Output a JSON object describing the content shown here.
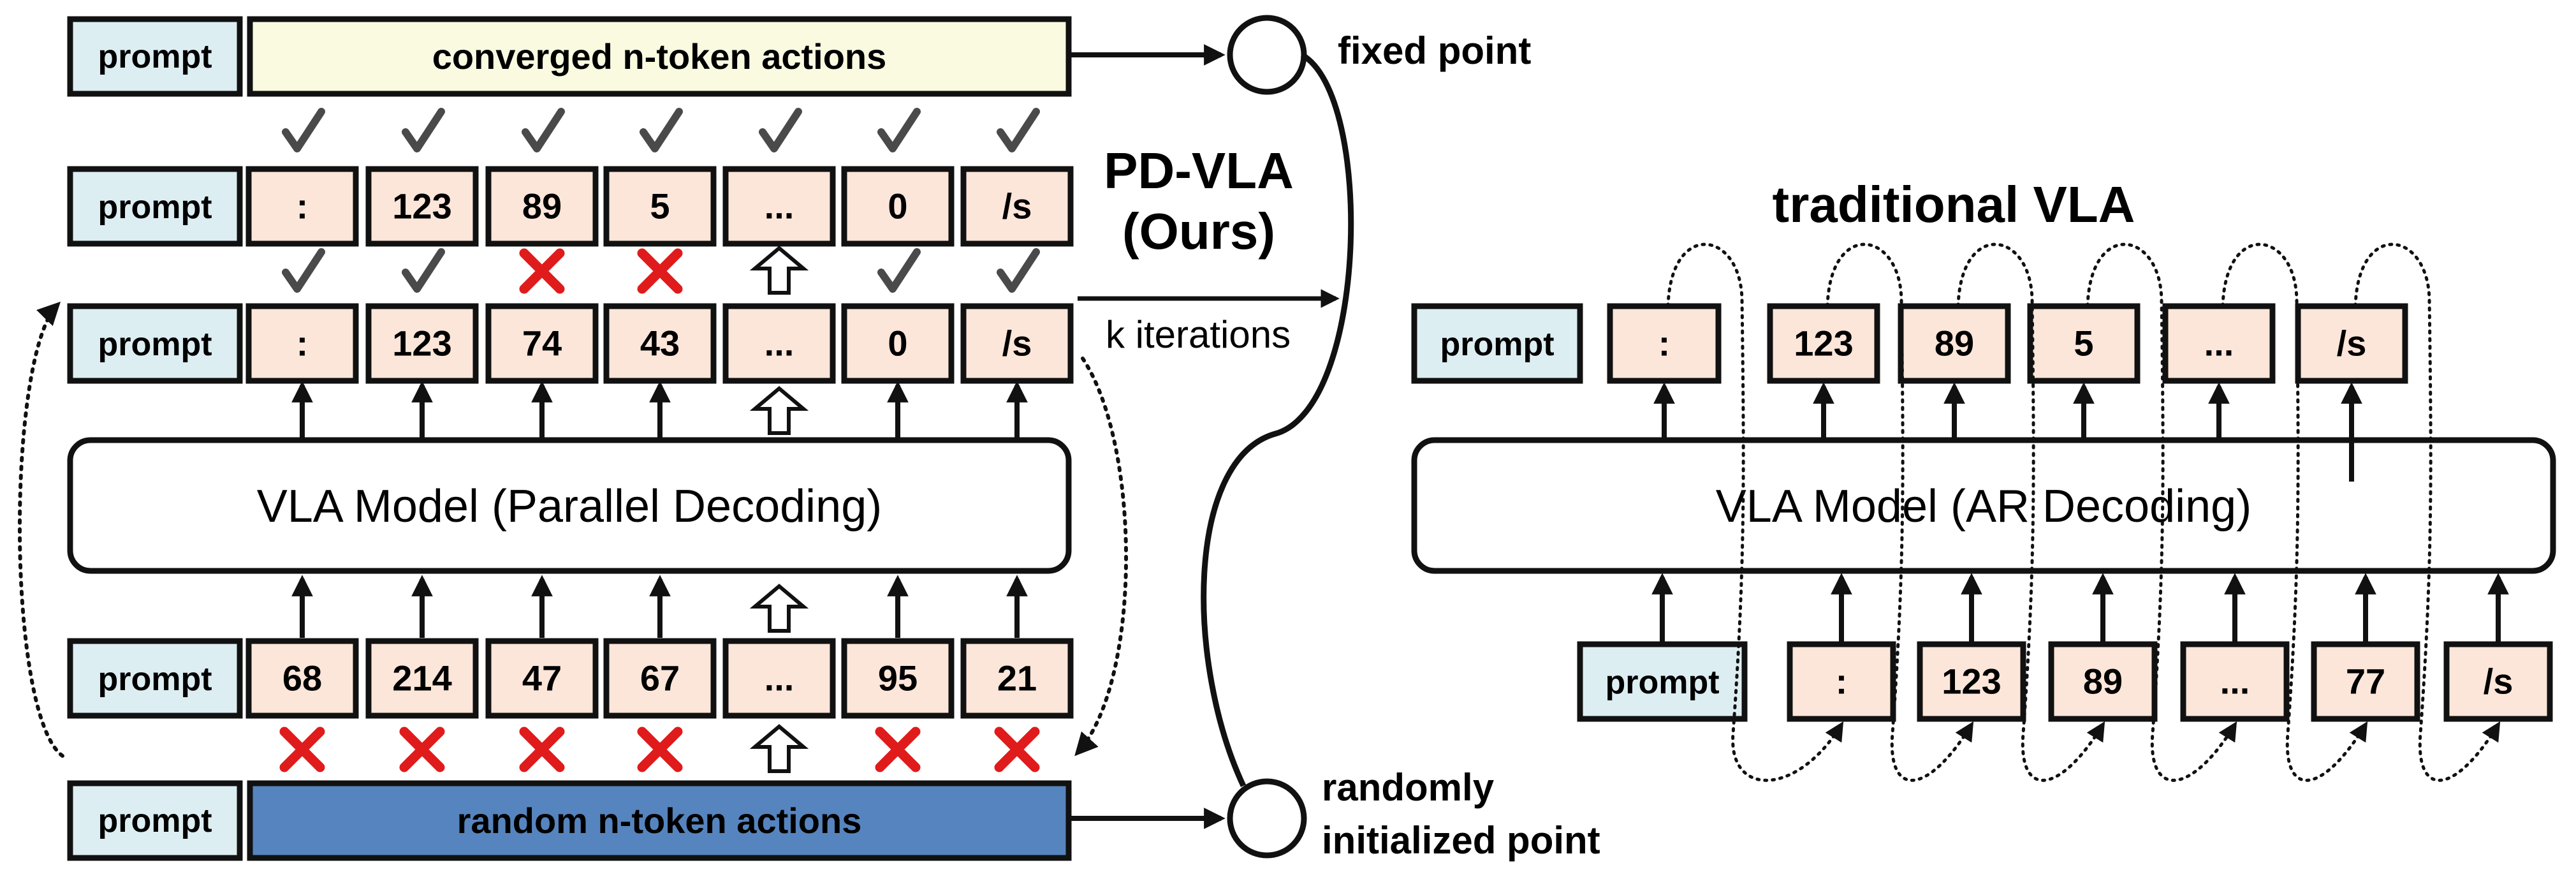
{
  "colors": {
    "prompt_fill": "#ddeef3",
    "token_fill": "#fce6d9",
    "converged_fill": "#fafae1",
    "random_fill": "#5684be",
    "stroke": "#111111",
    "check": "#4a4a4a",
    "cross": "#e01b1b"
  },
  "labels": {
    "prompt": "prompt",
    "converged": "converged n-token actions",
    "random": "random n-token actions",
    "fixed_point": "fixed point",
    "random_point_line1": "randomly",
    "random_point_line2": "initialized point",
    "pd_title_line1": "PD-VLA",
    "pd_title_line2": "(Ours)",
    "k_iterations": "k iterations",
    "parallel_model": "VLA Model (Parallel Decoding)",
    "traditional_title": "traditional VLA",
    "ar_model": "VLA Model (AR Decoding)"
  },
  "marks": {
    "check": "✓",
    "cross": "✕"
  },
  "parallel": {
    "row_top": [
      ":",
      "123",
      "89",
      "5",
      "...",
      "0",
      "/s"
    ],
    "row_top_status": [
      "check",
      "check",
      "check",
      "check",
      "check",
      "check",
      "check"
    ],
    "row_mid": [
      ":",
      "123",
      "74",
      "43",
      "...",
      "0",
      "/s"
    ],
    "row_mid_status": [
      "check",
      "check",
      "cross",
      "cross",
      "arrow",
      "check",
      "check"
    ],
    "row_bottom": [
      "68",
      "214",
      "47",
      "67",
      "...",
      "95",
      "21"
    ],
    "row_bottom_status": [
      "cross",
      "cross",
      "cross",
      "cross",
      "arrow",
      "cross",
      "cross"
    ]
  },
  "traditional": {
    "outputs": [
      ":",
      "123",
      "89",
      "5",
      "...",
      "/s"
    ],
    "inputs": [
      ":",
      "123",
      "89",
      "...",
      "77",
      "/s"
    ]
  }
}
